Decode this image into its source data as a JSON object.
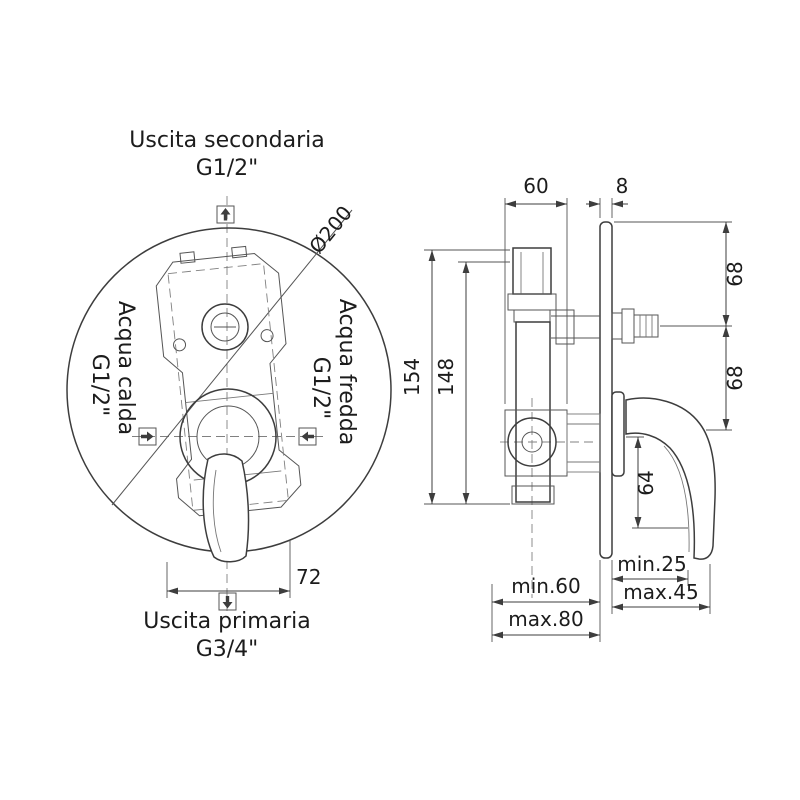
{
  "front_view": {
    "top_label": "Uscita secondaria",
    "top_size": "G1/2\"",
    "left_label": "Acqua calda",
    "left_size": "G1/2\"",
    "right_label": "Acqua fredda",
    "right_size": "G1/2\"",
    "bottom_label": "Uscita primaria",
    "bottom_size": "G3/4\"",
    "diameter_label": "Ø200",
    "dim_72": "72"
  },
  "side_view": {
    "dim_60": "60",
    "dim_8": "8",
    "dim_68_top": "68",
    "dim_68_bottom": "68",
    "dim_154": "154",
    "dim_148": "148",
    "dim_64": "64",
    "dim_min60": "min.60",
    "dim_max80": "max.80",
    "dim_min25": "min.25",
    "dim_max45": "max.45"
  },
  "colors": {
    "line": "#3d3d3d",
    "text": "#1c1c1c",
    "background": "#ffffff"
  }
}
